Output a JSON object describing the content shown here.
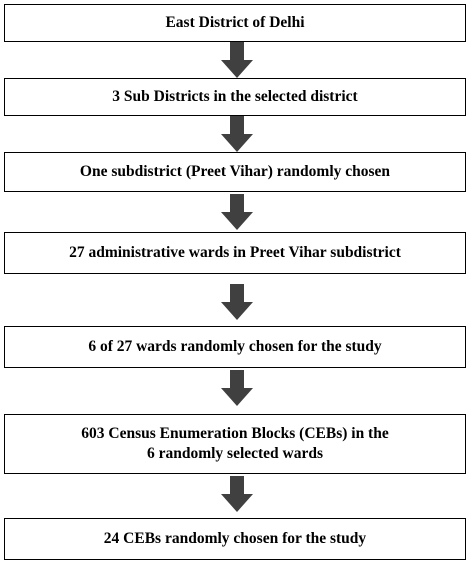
{
  "flowchart": {
    "steps": [
      {
        "label": "East District of Delhi"
      },
      {
        "label": "3 Sub Districts in the selected district"
      },
      {
        "label": "One subdistrict (Preet Vihar) randomly chosen"
      },
      {
        "label": "27 administrative wards in Preet Vihar subdistrict"
      },
      {
        "label": "6 of 27 wards randomly chosen for the study"
      },
      {
        "label": "603 Census Enumeration Blocks (CEBs) in the\n6 randomly selected wards"
      },
      {
        "label": "24 CEBs randomly chosen for the study"
      }
    ],
    "colors": {
      "box_border": "#000000",
      "box_fill": "#ffffff",
      "text": "#000000",
      "arrow": "#404040"
    }
  }
}
